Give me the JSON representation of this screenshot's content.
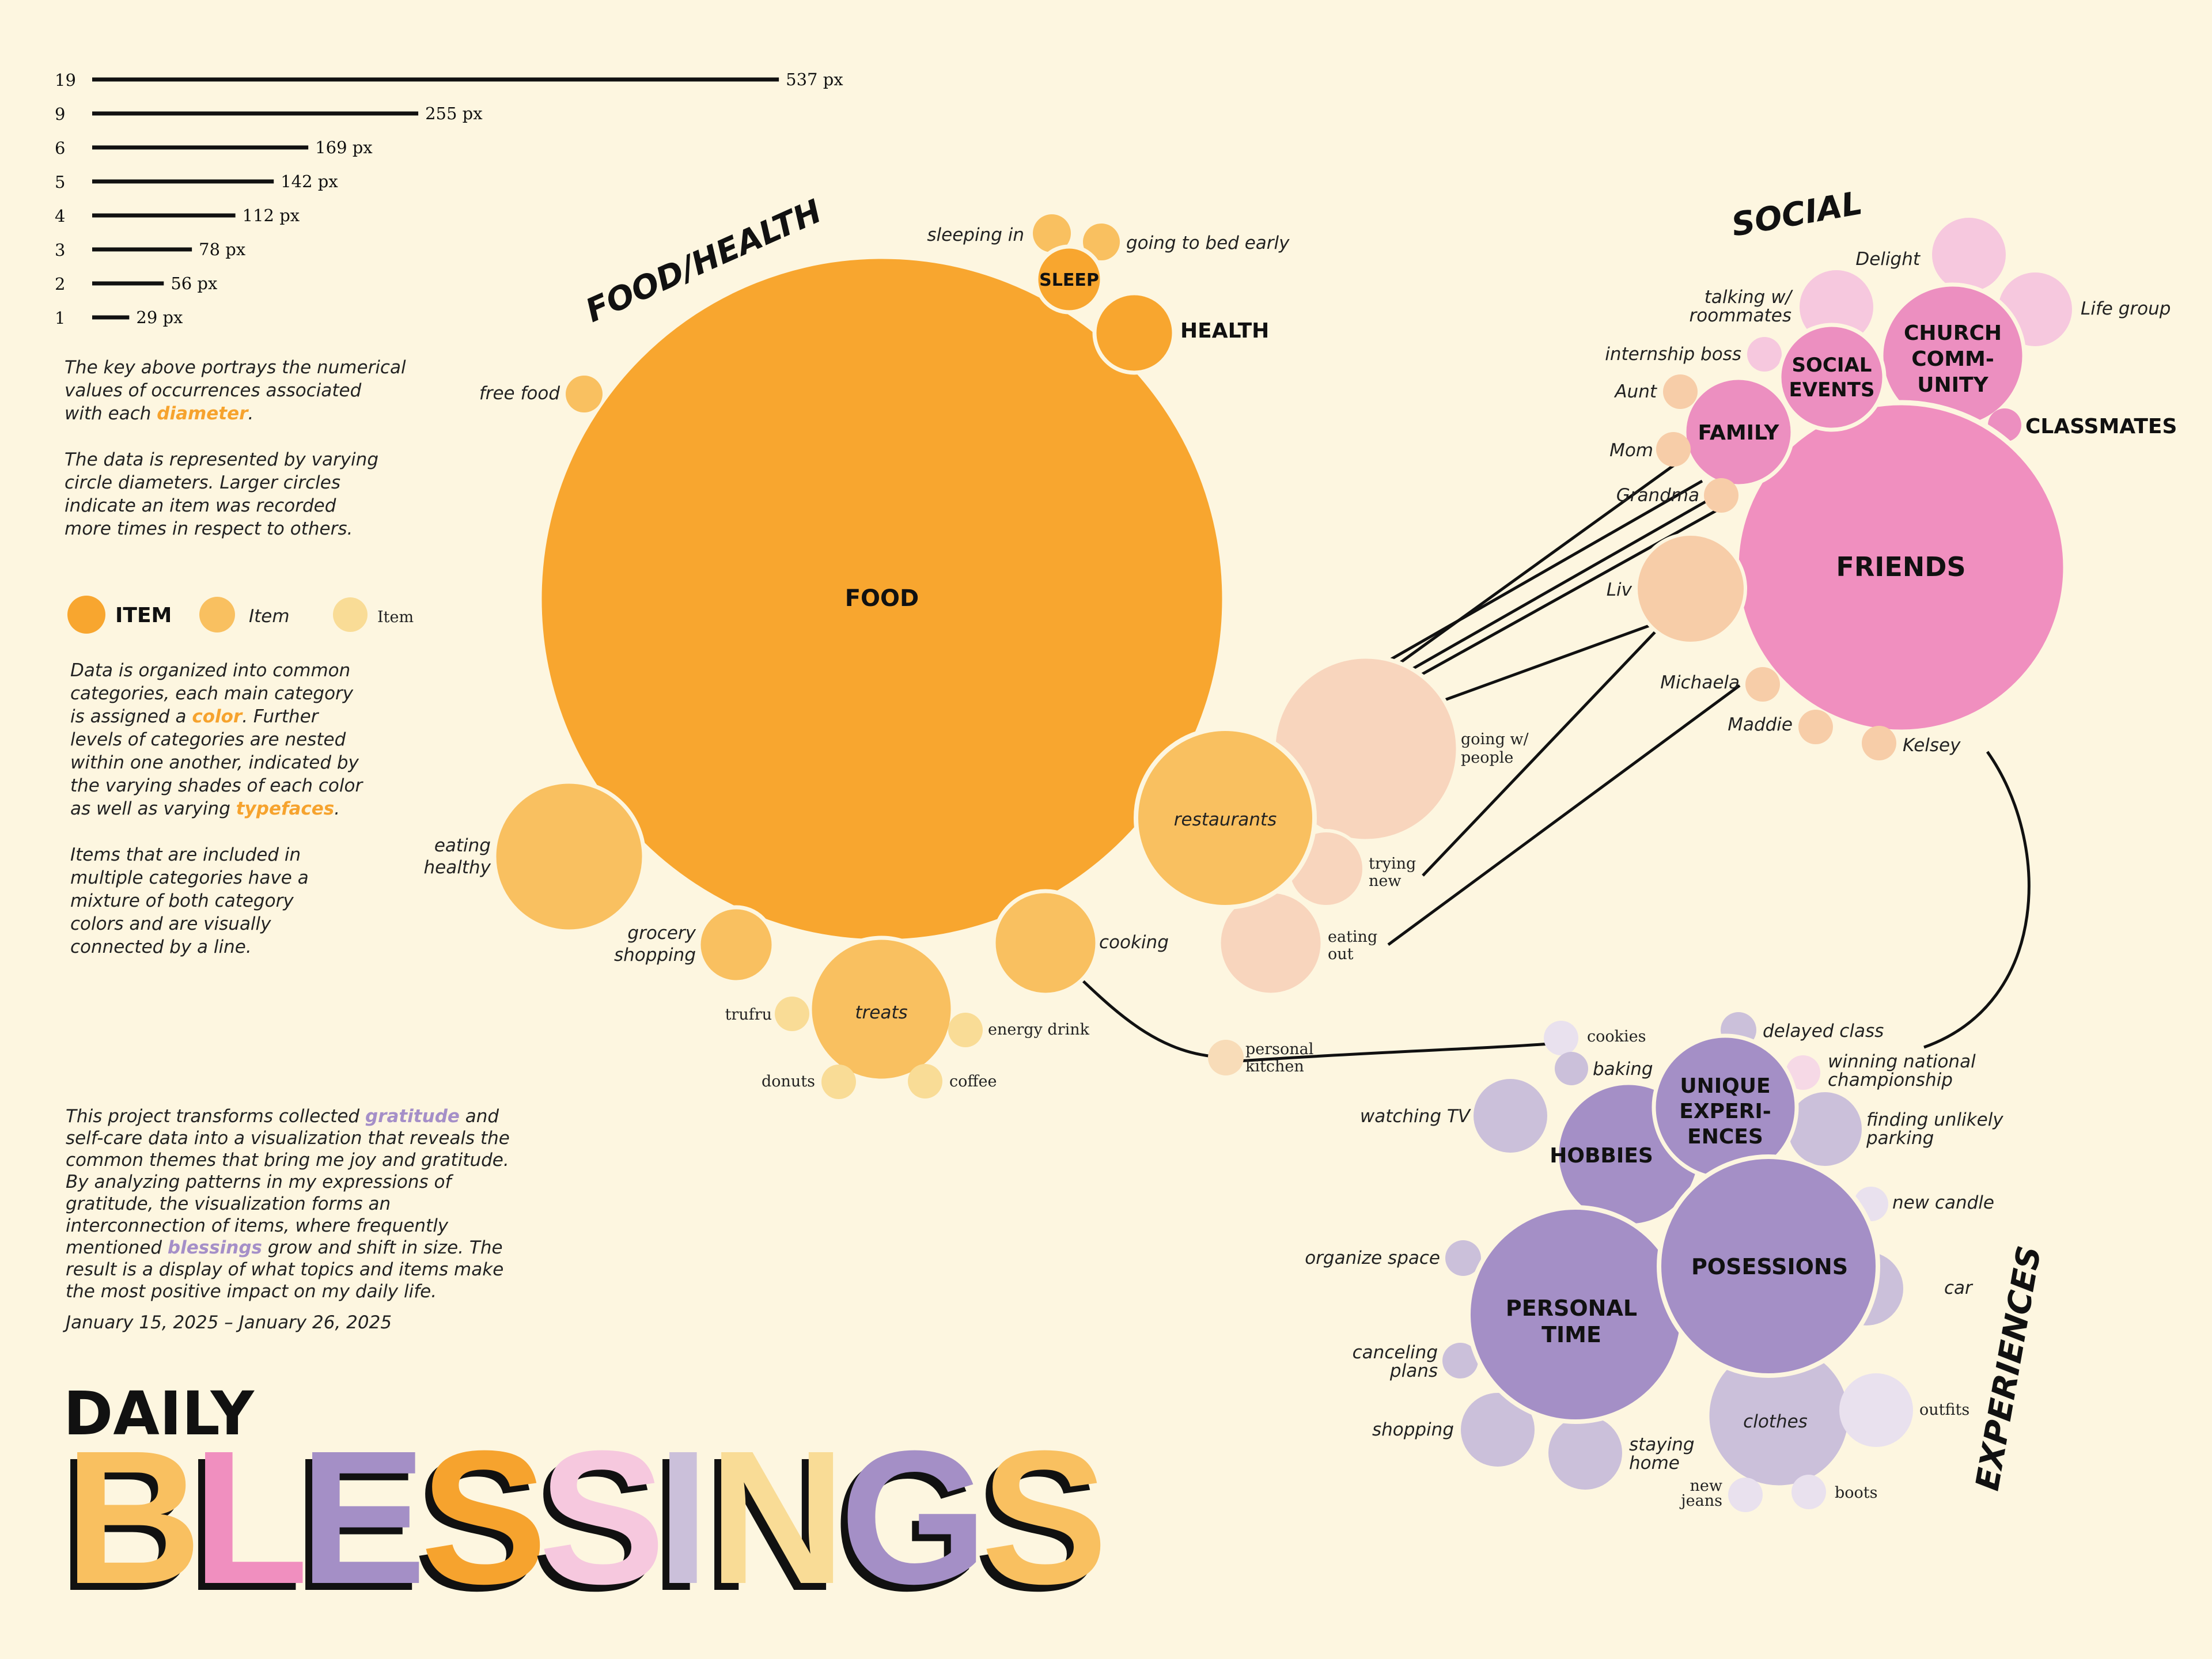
{
  "colors": {
    "background": "#fdf6e0",
    "food_main": "#f8a62f",
    "food_mid": "#f9c060",
    "food_light": "#f9dc96",
    "social_main": "#f08fbf",
    "social_mid": "#ec8fc0",
    "social_light": "#f6c8de",
    "peach": "#f7cda8",
    "peach_light": "#f8d5bd",
    "exp_main": "#a48fc6",
    "exp_mid": "#cbc0da",
    "exp_light": "#e9e1ee"
  },
  "key": {
    "rows": [
      {
        "count": "19",
        "label": "537 px",
        "value": 537
      },
      {
        "count": "9",
        "label": "255 px",
        "value": 255
      },
      {
        "count": "6",
        "label": "169 px",
        "value": 169
      },
      {
        "count": "5",
        "label": "142 px",
        "value": 142
      },
      {
        "count": "4",
        "label": "112 px",
        "value": 112
      },
      {
        "count": "3",
        "label": "78 px",
        "value": 78
      },
      {
        "count": "2",
        "label": "56 px",
        "value": 56
      },
      {
        "count": "1",
        "label": "29 px",
        "value": 29
      }
    ]
  },
  "notes": {
    "diameter": {
      "l1": "The key above portrays the numerical",
      "l2": "values of occurrences associated",
      "l3a": "with each ",
      "l3b": "diameter",
      "l3c": "."
    },
    "circles": {
      "l1": "The data is represented by varying",
      "l2": "circle diameters. Larger circles",
      "l3": "indicate an item was recorded",
      "l4": "more times in respect to others."
    },
    "legend": {
      "item_main": "ITEM",
      "item_mid": "Item",
      "item_light": "Item"
    },
    "categories": {
      "l1": "Data is organized into common",
      "l2": "categories, each main category",
      "l3a": "is assigned a ",
      "l3b": "color",
      "l3c": ". Further",
      "l4": "levels of categories are nested",
      "l5": "within one another, indicated by",
      "l6": "the varying shades of each color",
      "l7a": "as well as varying ",
      "l7b": "typefaces",
      "l7c": "."
    },
    "multi": {
      "l1": "Items that are included in",
      "l2": "multiple categories have a",
      "l3": "mixture of both category",
      "l4": "colors and are visually",
      "l5": "connected by a line."
    },
    "project": {
      "l1a": "This project transforms collected ",
      "l1b": "gratitude",
      "l1c": " and",
      "l2": "self-care data into a visualization that reveals the",
      "l3": "common themes that bring me joy and gratitude.",
      "l4": "By analyzing patterns in my expressions of",
      "l5": "gratitude, the visualization forms an",
      "l6": "interconnection of items, where frequently",
      "l7a": "mentioned ",
      "l7b": "blessings",
      "l7c": " grow and shift in size. The",
      "l8": "result is a display of what topics and items make",
      "l9": "the most positive impact on my daily life."
    },
    "dates": "January 15, 2025 – January 26, 2025"
  },
  "title": {
    "daily": "DAILY",
    "letters": [
      {
        "ch": "B",
        "color": "#f9c060"
      },
      {
        "ch": "L",
        "color": "#f08fbf"
      },
      {
        "ch": "E",
        "color": "#a48fc6"
      },
      {
        "ch": "S",
        "color": "#f6a32e"
      },
      {
        "ch": "S",
        "color": "#f6c8de"
      },
      {
        "ch": "I",
        "color": "#cbc0da"
      },
      {
        "ch": "N",
        "color": "#f9dc96"
      },
      {
        "ch": "G",
        "color": "#a48fc6"
      },
      {
        "ch": "S",
        "color": "#f9c060"
      }
    ]
  },
  "categories": {
    "food_health": "FOOD/HEALTH",
    "social": "SOCIAL",
    "experiences": "EXPERIENCES"
  },
  "labels": {
    "food": "FOOD",
    "sleep": "SLEEP",
    "health": "HEALTH",
    "sleeping_in": "sleeping in",
    "bed_early": "going to bed early",
    "free_food": "free food",
    "eating_healthy_1": "eating",
    "eating_healthy_2": "healthy",
    "grocery_1": "grocery",
    "grocery_2": "shopping",
    "treats": "treats",
    "trufru": "trufru",
    "energy_drink": "energy drink",
    "donuts": "donuts",
    "coffee": "coffee",
    "cooking": "cooking",
    "restaurants": "restaurants",
    "going_people_1": "going w/",
    "going_people_2": "people",
    "trying_new_1": "trying",
    "trying_new_2": "new",
    "eating_out_1": "eating",
    "eating_out_2": "out",
    "personal_kitchen_1": "personal",
    "personal_kitchen_2": "kitchen",
    "friends": "FRIENDS",
    "family": "FAMILY",
    "social_events_1": "SOCIAL",
    "social_events_2": "EVENTS",
    "church_1": "CHURCH",
    "church_2": "COMM-",
    "church_3": "UNITY",
    "classmates": "CLASSMATES",
    "delight": "Delight",
    "life_group": "Life group",
    "roommates_1": "talking w/",
    "roommates_2": "roommates",
    "internship_boss": "internship boss",
    "aunt": "Aunt",
    "mom": "Mom",
    "grandma": "Grandma",
    "liv": "Liv",
    "michaela": "Michaela",
    "maddie": "Maddie",
    "kelsey": "Kelsey",
    "cookies": "cookies",
    "baking": "baking",
    "delayed_class": "delayed class",
    "championship_1": "winning national",
    "championship_2": "championship",
    "watching_tv": "watching TV",
    "hobbies": "HOBBIES",
    "unique_1": "UNIQUE",
    "unique_2": "EXPERI-",
    "unique_3": "ENCES",
    "parking_1": "finding unlikely",
    "parking_2": "parking",
    "new_candle": "new candle",
    "posessions": "POSESSIONS",
    "car": "car",
    "organize_space": "organize space",
    "personal_time_1": "PERSONAL",
    "personal_time_2": "TIME",
    "canceling_1": "canceling",
    "canceling_2": "plans",
    "shopping": "shopping",
    "staying_home_1": "staying",
    "staying_home_2": "home",
    "clothes": "clothes",
    "outfits": "outfits",
    "new_jeans_1": "new",
    "new_jeans_2": "jeans",
    "boots": "boots"
  }
}
